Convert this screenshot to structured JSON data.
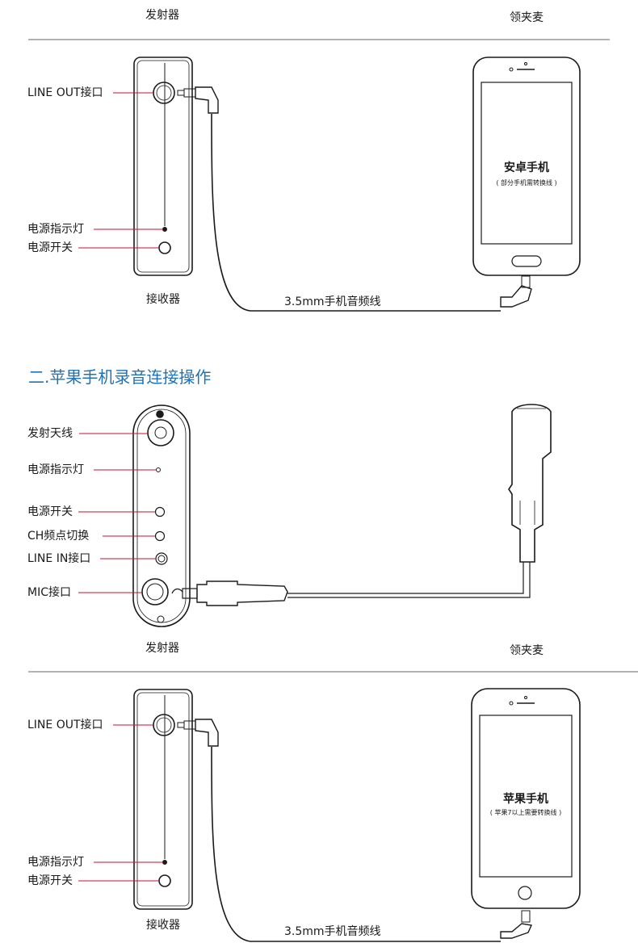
{
  "top": {
    "header_left": "发射器",
    "header_right": "领夹麦",
    "labels": {
      "line_out": "LINE OUT接口",
      "power_indicator": "电源指示灯",
      "power_switch": "电源开关"
    },
    "receiver_caption": "接收器",
    "phone_title": "安卓手机",
    "phone_note": "( 部分手机需转换线 )",
    "cable_label": "3.5mm手机音频线"
  },
  "section2": {
    "title": "二.苹果手机录音连接操作",
    "labels": {
      "antenna": "发射天线",
      "power_indicator": "电源指示灯",
      "power_switch": "电源开关",
      "ch_switch": "CH频点切换",
      "line_in": "LINE IN接口",
      "mic": "MIC接口"
    },
    "transmitter_caption": "发射器",
    "mic_caption": "领夹麦"
  },
  "bottom": {
    "labels": {
      "line_out": "LINE OUT接口",
      "power_indicator": "电源指示灯",
      "power_switch": "电源开关"
    },
    "receiver_caption": "接收器",
    "phone_title": "苹果手机",
    "phone_note": "( 苹果7以上需要转换线 )",
    "cable_label": "3.5mm手机音频线"
  },
  "colors": {
    "leader_line": "#c8102e",
    "section_title": "#1e72b8",
    "outline": "#1a1a1a"
  }
}
